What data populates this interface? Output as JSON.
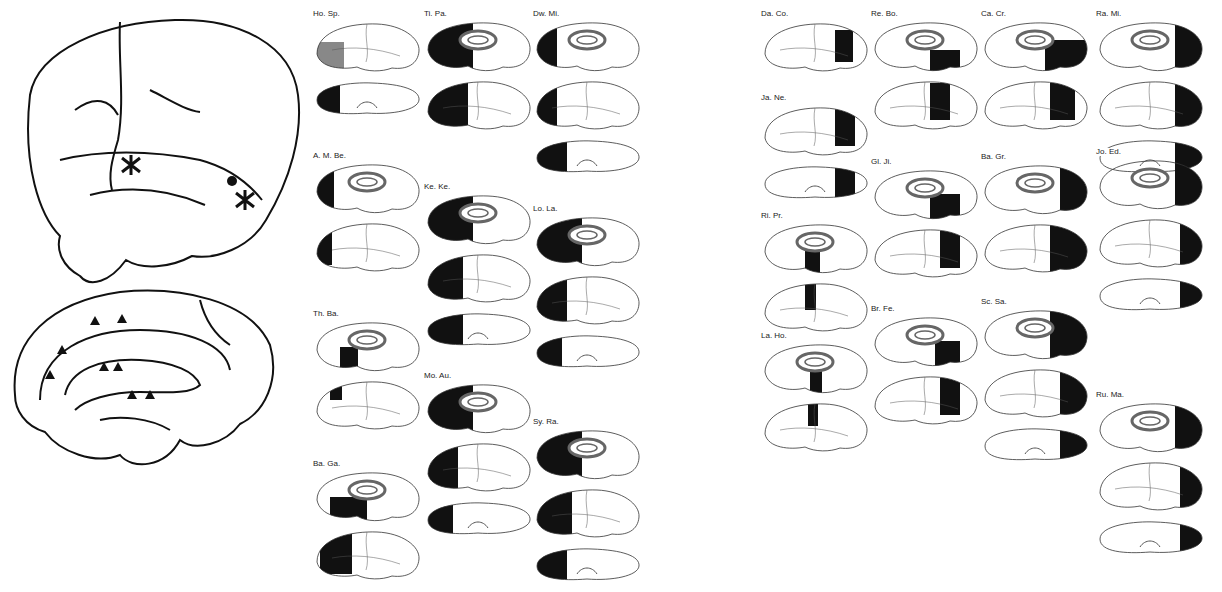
{
  "diagram": {
    "labels": [
      "Ho. Sp.",
      "A. M. Be.",
      "Th. Ba.",
      "Ba. Ga.",
      "Ti. Pa.",
      "Ke. Ke.",
      "Mo. Au.",
      "Dw. Mi.",
      "Lo. La.",
      "Sy. Ra.",
      "Da. Co.",
      "Ja. Ne.",
      "Ri. Pr.",
      "La. Ho.",
      "Re. Bo.",
      "Gl. Ji.",
      "Br. Fe.",
      "Ca. Cr.",
      "Ba. Gr.",
      "Sc. Sa.",
      "Ra. Mi.",
      "Jo. Ed.",
      "Ru. Ma."
    ]
  }
}
